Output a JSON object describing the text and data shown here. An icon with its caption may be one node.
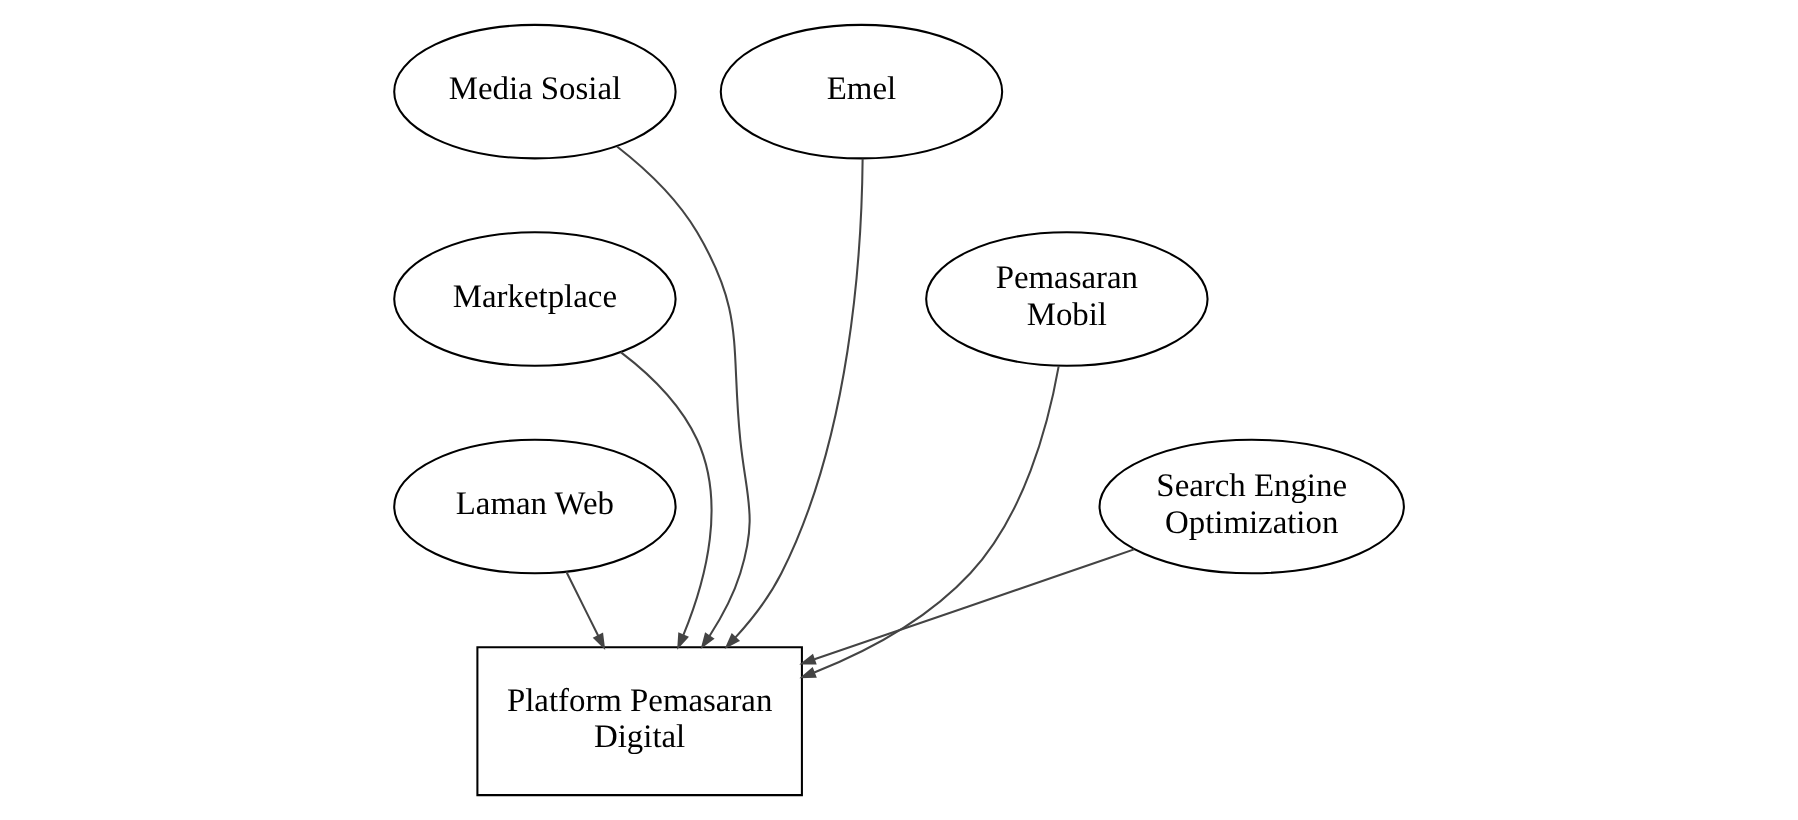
{
  "diagram": {
    "nodes": [
      {
        "text": [
          "Media Sosial"
        ]
      },
      {
        "text": [
          "Emel"
        ]
      },
      {
        "text": [
          "Marketplace"
        ]
      },
      {
        "text": [
          "Pemasaran Mobil"
        ]
      },
      {
        "text": [
          "Laman Web"
        ]
      },
      {
        "text": [
          "Search Engine Optimization"
        ]
      },
      {
        "text": [
          "Platform Pemasaran Digital"
        ]
      }
    ],
    "edges": [
      {
        "from": 4,
        "to": 6,
        "arrow": "to"
      },
      {
        "from": 2,
        "to": 6,
        "arrow": "to"
      },
      {
        "from": 0,
        "to": 6,
        "arrow": "to"
      },
      {
        "from": 1,
        "to": 6,
        "arrow": "to"
      },
      {
        "from": 3,
        "to": 6,
        "arrow": "to"
      },
      {
        "from": 5,
        "to": 6,
        "arrow": "to"
      }
    ]
  }
}
